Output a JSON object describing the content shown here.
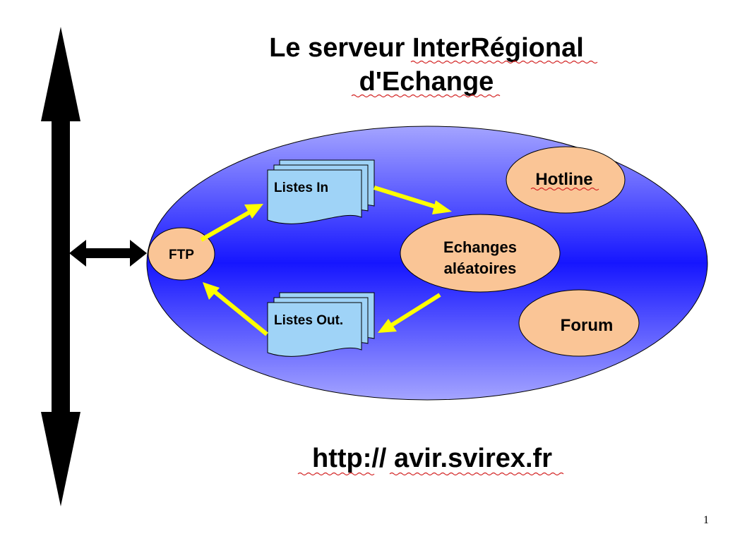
{
  "title": {
    "line1": "Le serveur InterRégional",
    "line2": "d'Echange"
  },
  "nodes": {
    "ftp": "FTP",
    "listes_in": "Listes In",
    "listes_out": "Listes Out.",
    "echanges_line1": "Echanges",
    "echanges_line2": "aléatoires",
    "hotline": "Hotline",
    "forum": "Forum"
  },
  "url": "http:// avir.svirex.fr",
  "page_number": "1",
  "colors": {
    "ellipse_center": "#1a1aff",
    "ellipse_edge": "#a6a6ff",
    "node_fill": "#fac596",
    "doc_fill": "#9fd3f7",
    "arrow": "#ffff00",
    "spellcheck": "#d21f1f"
  }
}
